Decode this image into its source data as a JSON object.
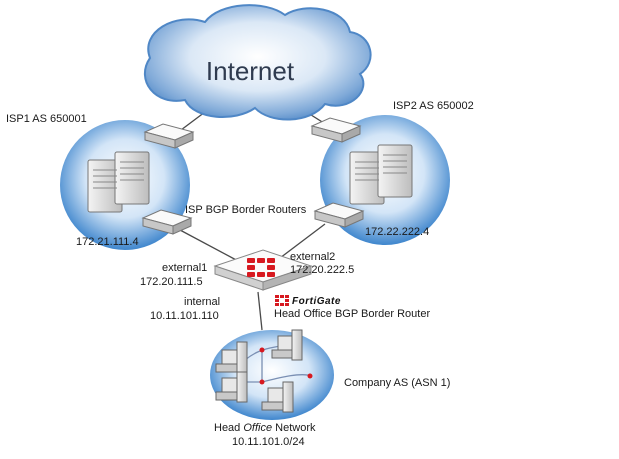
{
  "diagram": {
    "cloud_label": "Internet",
    "isp1": {
      "title": "ISP1 AS 650001",
      "router_ip": "172.21.111.4"
    },
    "isp2": {
      "title": "ISP2 AS 650002",
      "router_ip": "172.22.222.4"
    },
    "border_routers_label": "ISP BGP Border Routers",
    "fortigate": {
      "brand": "FortiGate",
      "role": "Head Office BGP Border Router",
      "external1": {
        "name": "external1",
        "ip": "172.20.111.5"
      },
      "external2": {
        "name": "external2",
        "ip": "172.20.222.5"
      },
      "internal": {
        "name": "internal",
        "ip": "10.11.101.110"
      }
    },
    "company_as": "Company AS (ASN 1)",
    "head_office": {
      "name_prefix": "Head ",
      "name_italic": "Office",
      "name_suffix": " Network",
      "subnet": "10.11.101.0/24"
    },
    "colors": {
      "cloud": "#4f87c6",
      "cloud_light": "#e6eff9",
      "isp_circle": "#3b80c8",
      "fortigate_red": "#d71920",
      "link": "#4a4a4a",
      "lan_link": "#7a8fb3"
    }
  }
}
